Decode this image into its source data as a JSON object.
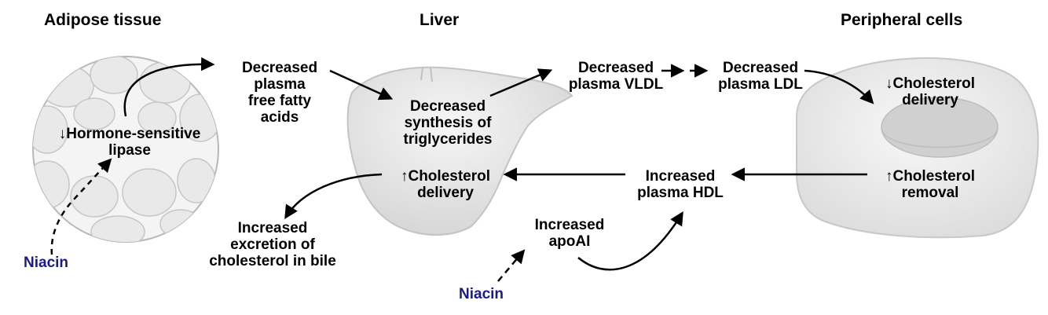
{
  "colors": {
    "text": "#000000",
    "niacin": "#1a1a8c",
    "organ_fill": "#e4e4e4",
    "organ_stroke": "#c4c4c4",
    "cell_fill": "#eeeeee"
  },
  "headings": {
    "adipose": "Adipose tissue",
    "liver": "Liver",
    "peripheral": "Peripheral cells"
  },
  "labels": {
    "hormone_lipase": "↓Hormone-sensitive\nlipase",
    "niacin_left": "Niacin",
    "decreased_ffa": "Decreased\nplasma\nfree fatty\nacids",
    "decreased_tg": "Decreased\nsynthesis of\ntriglycerides",
    "decreased_vldl": "Decreased\nplasma VLDL",
    "decreased_ldl": "Decreased\nplasma LDL",
    "chol_delivery_periph": "↓Cholesterol\ndelivery",
    "chol_removal": "↑Cholesterol\nremoval",
    "increased_hdl": "Increased\nplasma HDL",
    "chol_delivery_liver": "↑Cholesterol\ndelivery",
    "excretion": "Increased\nexcretion of\ncholesterol in bile",
    "apoai": "Increased\napoAI",
    "niacin_bottom": "Niacin"
  },
  "arrows": [
    {
      "from": "niacin_left",
      "to": "hormone_lipase",
      "style": "dashed"
    },
    {
      "from": "hormone_lipase",
      "to": "decreased_ffa",
      "style": "solid"
    },
    {
      "from": "decreased_ffa",
      "to": "decreased_tg",
      "style": "solid"
    },
    {
      "from": "decreased_tg",
      "to": "decreased_vldl",
      "style": "solid"
    },
    {
      "from": "decreased_vldl",
      "to": "decreased_ldl",
      "style": "solid"
    },
    {
      "from": "decreased_ldl",
      "to": "chol_delivery_periph",
      "style": "solid"
    },
    {
      "from": "chol_removal",
      "to": "increased_hdl",
      "style": "solid"
    },
    {
      "from": "increased_hdl",
      "to": "chol_delivery_liver",
      "style": "solid"
    },
    {
      "from": "chol_delivery_liver",
      "to": "excretion",
      "style": "solid"
    },
    {
      "from": "niacin_bottom",
      "to": "apoai",
      "style": "dashed"
    },
    {
      "from": "apoai",
      "to": "increased_hdl",
      "style": "solid"
    }
  ]
}
